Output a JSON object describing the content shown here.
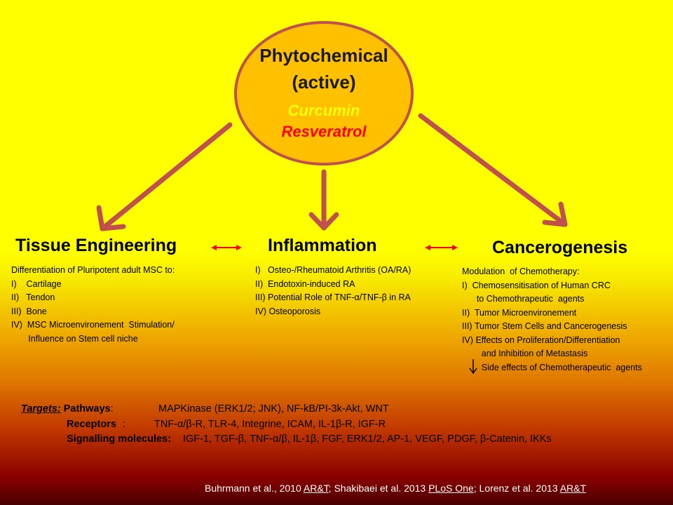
{
  "center": {
    "line1": "Phytochemical",
    "line2": "(active)",
    "compound1": "Curcumin",
    "compound2": "Resveratrol"
  },
  "columns": [
    {
      "heading": "Tissue Engineering",
      "items": [
        "Differentiation of Pluripotent  adult MSC to:",
        "I)    Cartilage",
        "II)   Tendon",
        "III)  Bone",
        "IV)  MSC Microenvironement  Stimulation/",
        "       Influence on Stem cell niche"
      ]
    },
    {
      "heading": "Inflammation",
      "items": [
        "I)   Osteo-/Rheumatoid Arthritis (OA/RA)",
        "II)  Endotoxin-induced RA",
        "III) Potential Role of TNF-α/TNF-β in RA",
        "IV) Osteoporosis"
      ]
    },
    {
      "heading": "Cancerogenesis",
      "items": [
        "Modulation  of Chemotherapy:",
        "I)  Chemosensitisation of Human CRC",
        "      to Chemothrapeutic  agents",
        "II)  Tumor Microenvironement",
        "III) Tumor Stem Cells and Cancerogenesis",
        "IV) Effects on Proliferation/Differentiation",
        "        and Inhibition of Metastasis",
        "        Side effects of Chemotherapeutic  agents"
      ]
    }
  ],
  "targets": {
    "label": "Targets:",
    "pathways_label": "Pathways",
    "pathways_colon": ":",
    "pathways_value": "MAPKinase (ERK1/2; JNK), NF-kB/PI-3k-Akt, WNT",
    "receptors_label": "Receptors",
    "receptors_colon": ":",
    "receptors_value": "TNF-α/β-R, TLR-4, Integrine, ICAM, IL-1β-R, IGF-R",
    "signalling_label": "Signalling molecules:",
    "signalling_value": "IGF-1, TGF-β, TNF-α/β, IL-1β, FGF, ERK1/2, AP-1, VEGF, PDGF, β-Catenin, IKKs"
  },
  "citation": {
    "part1": "Buhrmann et al., 2010 ",
    "journal1": "AR&T",
    "part2": "; Shakibaei et al. 2013 ",
    "journal2": "PLoS One",
    "part3": "; Lorenz et al. 2013 ",
    "journal3": "AR&T"
  },
  "colors": {
    "oval_fill": "#ffc000",
    "oval_border": "#c0504d",
    "arrow": "#c0504d",
    "double_arrow": "#ff0000",
    "curcumin": "#ffff00",
    "resveratrol": "#ff0000",
    "background_top": "#ffff00",
    "background_bottom": "#4a0000"
  }
}
